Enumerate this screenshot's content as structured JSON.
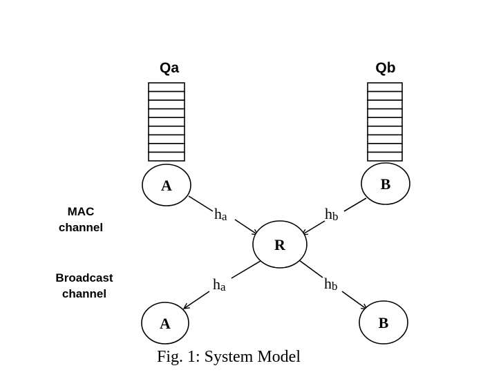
{
  "figure": {
    "caption": "Fig. 1: System Model",
    "queues": [
      {
        "id": "qa",
        "label": "Qa",
        "cells": 9,
        "attached_to": "A_top"
      },
      {
        "id": "qb",
        "label": "Qb",
        "cells": 9,
        "attached_to": "B_top"
      }
    ],
    "nodes": {
      "A_top": {
        "label": "A"
      },
      "B_top": {
        "label": "B"
      },
      "R": {
        "label": "R"
      },
      "A_bottom": {
        "label": "A"
      },
      "B_bottom": {
        "label": "B"
      }
    },
    "phase_labels": {
      "mac": [
        "MAC",
        "channel"
      ],
      "broadcast": [
        "Broadcast",
        "channel"
      ]
    },
    "edges": [
      {
        "from": "A_top",
        "to": "R",
        "label_main": "h",
        "label_sub": "a"
      },
      {
        "from": "B_top",
        "to": "R",
        "label_main": "h",
        "label_sub": "b"
      },
      {
        "from": "R",
        "to": "A_bottom",
        "label_main": "h",
        "label_sub": "a"
      },
      {
        "from": "R",
        "to": "B_bottom",
        "label_main": "h",
        "label_sub": "b"
      }
    ]
  }
}
